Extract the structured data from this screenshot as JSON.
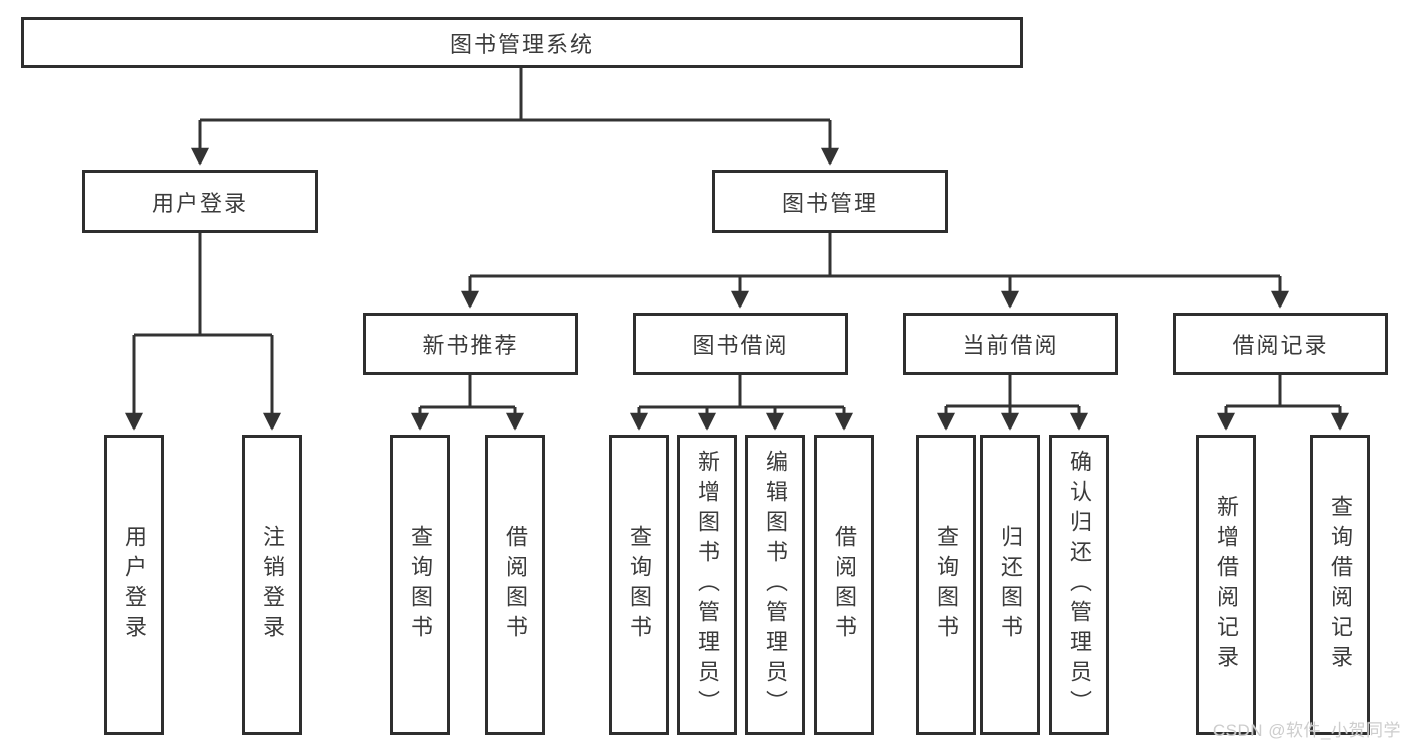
{
  "nodes": {
    "root": "图书管理系统",
    "user_login": "用户登录",
    "book_mgmt": "图书管理",
    "new_books": "新书推荐",
    "book_borrow": "图书借阅",
    "current_borrow": "当前借阅",
    "borrow_records": "借阅记录",
    "leaf_user_login": "用户登录",
    "leaf_logout": "注销登录",
    "leaf_nb_query_books": "查询图书",
    "leaf_nb_borrow_books": "借阅图书",
    "leaf_bb_query_books": "查询图书",
    "leaf_bb_add_books": "新增图书（管理员）",
    "leaf_bb_edit_books": "编辑图书（管理员）",
    "leaf_bb_borrow_books": "借阅图书",
    "leaf_cb_query_books": "查询图书",
    "leaf_cb_return_books": "归还图书",
    "leaf_cb_confirm_return": "确认归还（管理员）",
    "leaf_br_add_record": "新增借阅记录",
    "leaf_br_query_record": "查询借阅记录"
  },
  "watermark": "CSDN @软件_小贺同学",
  "colors": {
    "line": "#333333",
    "border": "#2e2e2e",
    "text": "#3b3b3b",
    "watermark": "#c9c9c9"
  }
}
